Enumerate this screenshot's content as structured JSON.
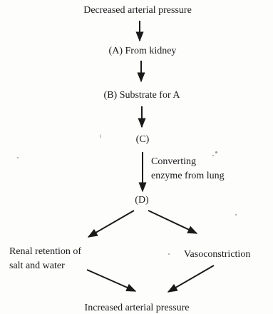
{
  "diagram": {
    "nodes": {
      "top": "Decreased arterial pressure",
      "a": "(A) From kidney",
      "b": "(B) Substrate for A",
      "c": "(C)",
      "d": "(D)",
      "left_line1": "Renal retention of",
      "left_line2": "salt and water",
      "right": "Vasoconstriction",
      "bottom": "Increased arterial pressure"
    },
    "edge_label": {
      "line1": "Converting",
      "line2": "enzyme from lung"
    },
    "ink_color": "#1a1a1a"
  }
}
